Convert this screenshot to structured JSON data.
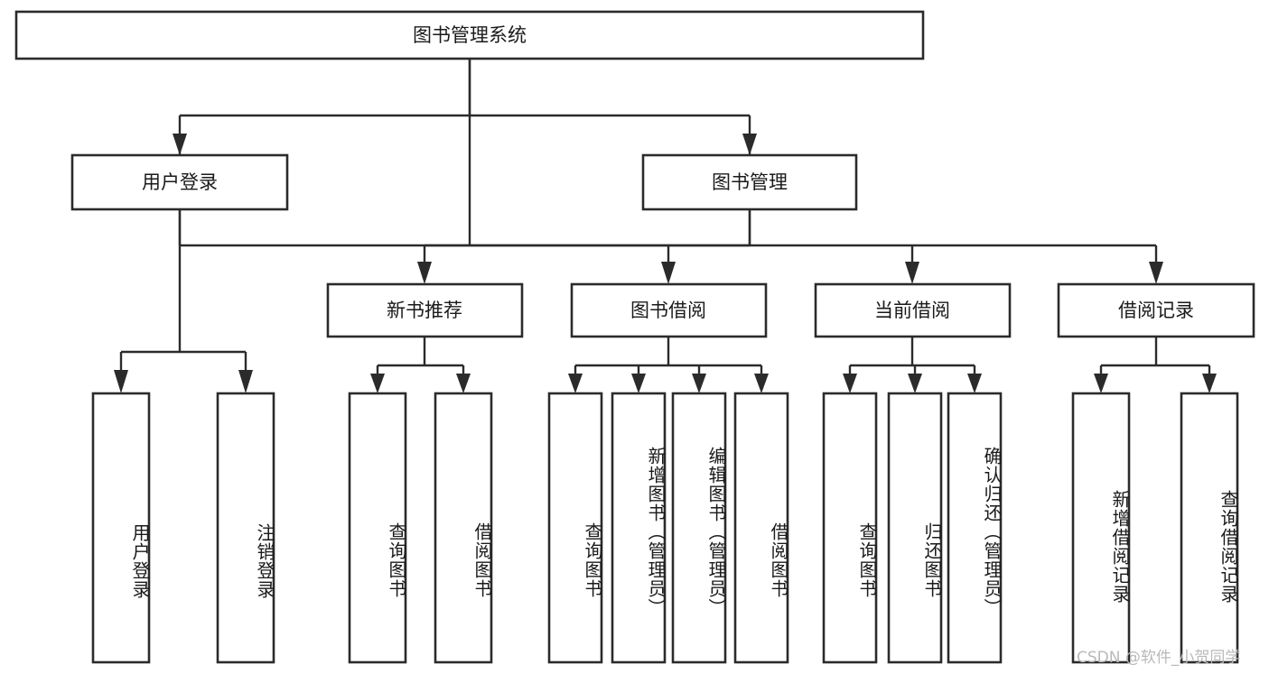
{
  "diagram": {
    "title": "图书管理系统",
    "type": "tree",
    "root": {
      "id": "root",
      "label": "图书管理系统",
      "orientation": "horizontal"
    },
    "level2": [
      {
        "id": "user-login",
        "label": "用户登录",
        "orientation": "horizontal"
      },
      {
        "id": "book-manage",
        "label": "图书管理",
        "orientation": "horizontal"
      }
    ],
    "level3": [
      {
        "id": "new-book-rec",
        "label": "新书推荐",
        "orientation": "horizontal",
        "parent": "book-manage"
      },
      {
        "id": "book-borrow",
        "label": "图书借阅",
        "orientation": "horizontal",
        "parent": "book-manage"
      },
      {
        "id": "current-borrow",
        "label": "当前借阅",
        "orientation": "horizontal",
        "parent": "book-manage"
      },
      {
        "id": "borrow-record",
        "label": "借阅记录",
        "orientation": "horizontal",
        "parent": "book-manage"
      }
    ],
    "leaves": [
      {
        "id": "leaf-user-login",
        "label": "用户登录",
        "orientation": "vertical",
        "parent": "user-login"
      },
      {
        "id": "leaf-logout",
        "label": "注销登录",
        "orientation": "vertical",
        "parent": "user-login"
      },
      {
        "id": "leaf-query-book-1",
        "label": "查询图书",
        "orientation": "vertical",
        "parent": "new-book-rec"
      },
      {
        "id": "leaf-borrow-book-1",
        "label": "借阅图书",
        "orientation": "vertical",
        "parent": "new-book-rec"
      },
      {
        "id": "leaf-query-book-2",
        "label": "查询图书",
        "orientation": "vertical",
        "parent": "book-borrow"
      },
      {
        "id": "leaf-add-book",
        "label": "新增图书（管理员）",
        "orientation": "vertical",
        "parent": "book-borrow"
      },
      {
        "id": "leaf-edit-book",
        "label": "编辑图书（管理员）",
        "orientation": "vertical",
        "parent": "book-borrow"
      },
      {
        "id": "leaf-borrow-book-2",
        "label": "借阅图书",
        "orientation": "vertical",
        "parent": "book-borrow"
      },
      {
        "id": "leaf-query-book-3",
        "label": "查询图书",
        "orientation": "vertical",
        "parent": "current-borrow"
      },
      {
        "id": "leaf-return-book",
        "label": "归还图书",
        "orientation": "vertical",
        "parent": "current-borrow"
      },
      {
        "id": "leaf-confirm-return",
        "label": "确认归还（管理员）",
        "orientation": "vertical",
        "parent": "current-borrow"
      },
      {
        "id": "leaf-add-record",
        "label": "新增借阅记录",
        "orientation": "vertical",
        "parent": "borrow-record"
      },
      {
        "id": "leaf-query-record",
        "label": "查询借阅记录",
        "orientation": "vertical",
        "parent": "borrow-record"
      }
    ]
  },
  "watermark": {
    "text": "CSDN @软件_小贺同学"
  },
  "colors": {
    "stroke": "#2b2b2b",
    "fill": "#ffffff",
    "text": "#1a1a1a",
    "watermark": "#b9b9b9"
  }
}
